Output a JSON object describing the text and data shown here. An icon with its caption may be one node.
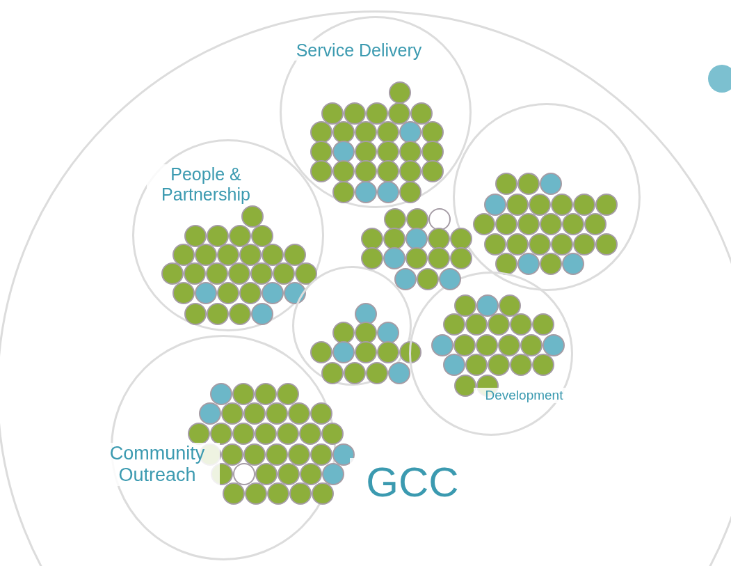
{
  "diagram": {
    "nodes": [
      {
        "text": [
          "GCC"
        ]
      },
      {
        "text": [
          "Service Delivery"
        ],
        "in": 0
      },
      {
        "text": [],
        "shape": "circle",
        "in": 0
      },
      {
        "text": [
          "People & Partnership"
        ],
        "in": 0
      },
      {
        "text": [],
        "shape": "circle",
        "in": 0
      },
      {
        "text": [
          "Development"
        ],
        "in": 0
      },
      {
        "text": [
          "Community Outreach"
        ],
        "in": 0
      }
    ]
  }
}
